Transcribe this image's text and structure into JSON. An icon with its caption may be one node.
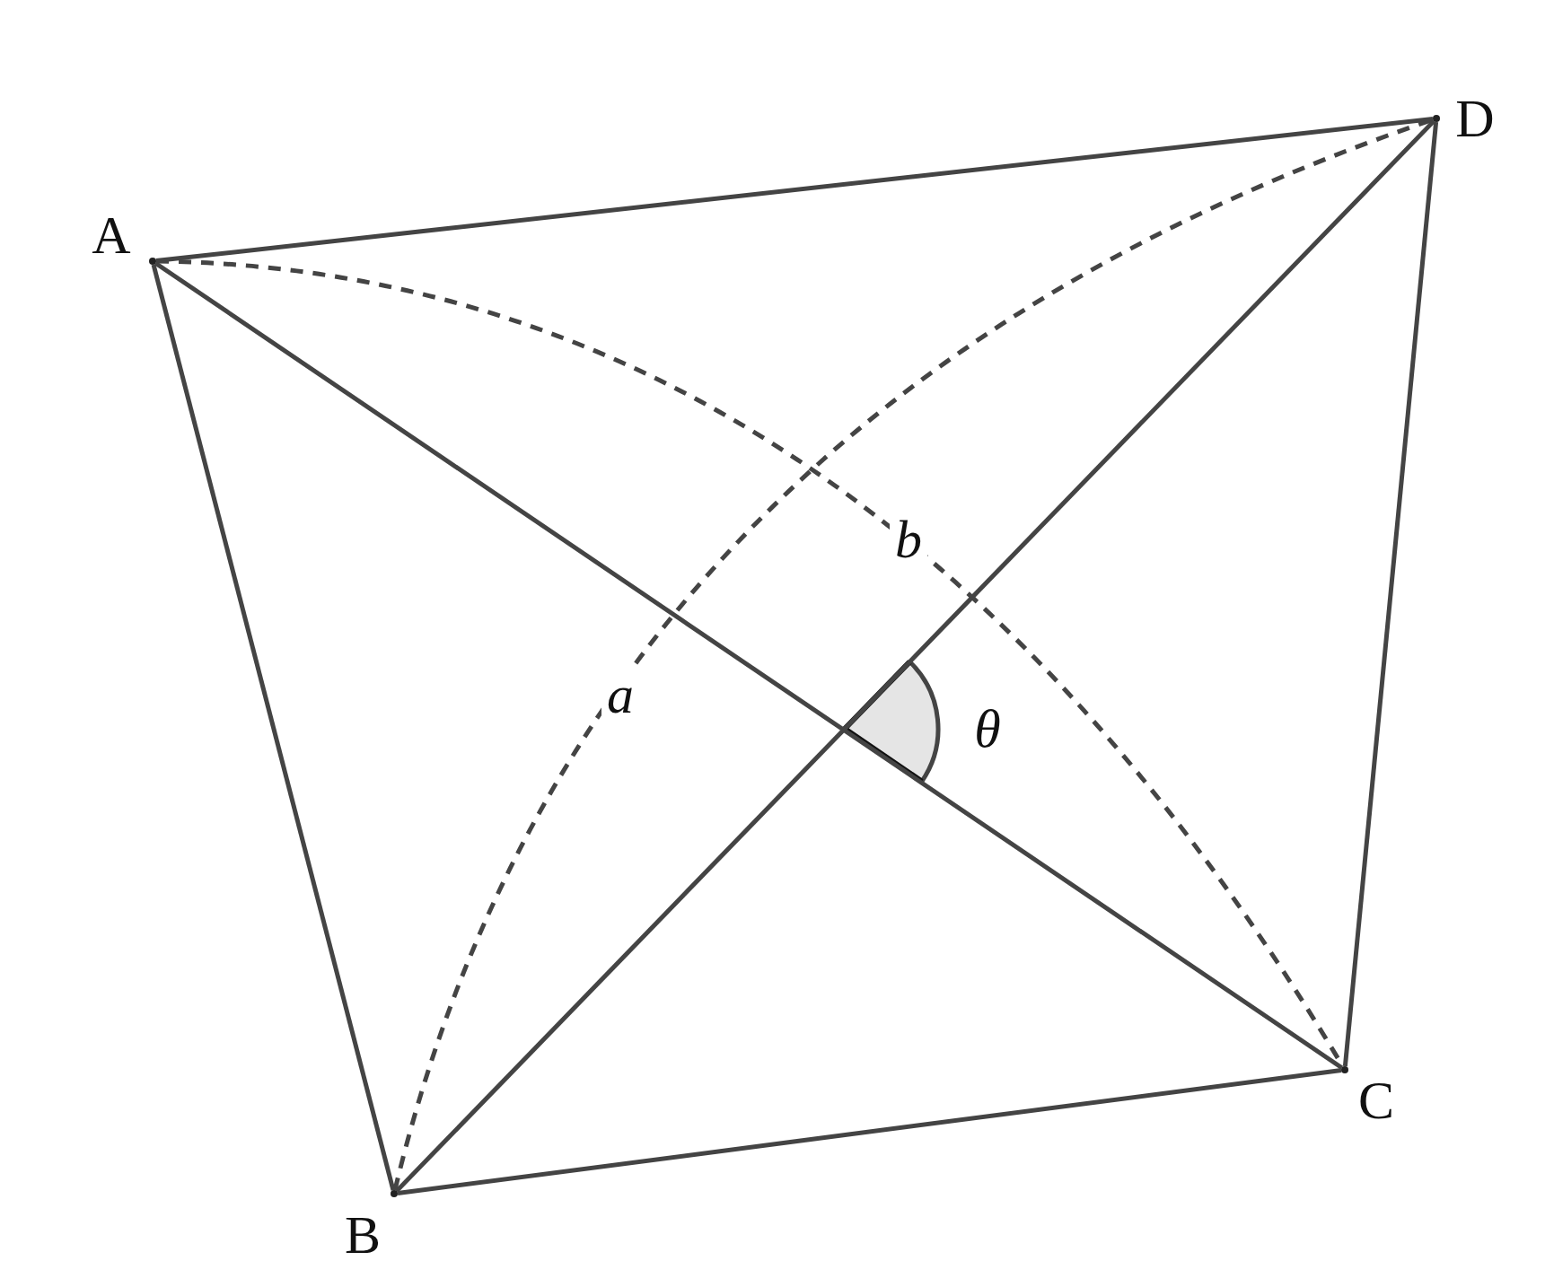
{
  "diagram": {
    "nodes": [
      {
        "text": [],
        "shape": "circle",
        "beside": [
          "A"
        ]
      },
      {
        "text": [],
        "shape": "circle",
        "beside": [
          "B"
        ]
      },
      {
        "text": [],
        "shape": "circle",
        "beside": [
          "C"
        ]
      },
      {
        "text": [],
        "shape": "circle",
        "beside": [
          "D"
        ]
      }
    ],
    "edges": [
      {
        "from": 0,
        "to": 3,
        "arrow": "none"
      },
      {
        "from": 0,
        "to": 1,
        "arrow": "none"
      },
      {
        "from": 1,
        "to": 2,
        "arrow": "none"
      },
      {
        "from": 2,
        "to": 3,
        "arrow": "none"
      },
      {
        "from": 0,
        "to": 2,
        "arrow": "none"
      },
      {
        "from": 1,
        "to": 3,
        "arrow": "none"
      },
      {
        "from": 0,
        "to": 2,
        "arrow": "none",
        "style": "dashed",
        "label": "b"
      },
      {
        "from": 1,
        "to": 3,
        "arrow": "none",
        "style": "dashed",
        "label": "a"
      }
    ],
    "labels": [
      "θ"
    ]
  }
}
